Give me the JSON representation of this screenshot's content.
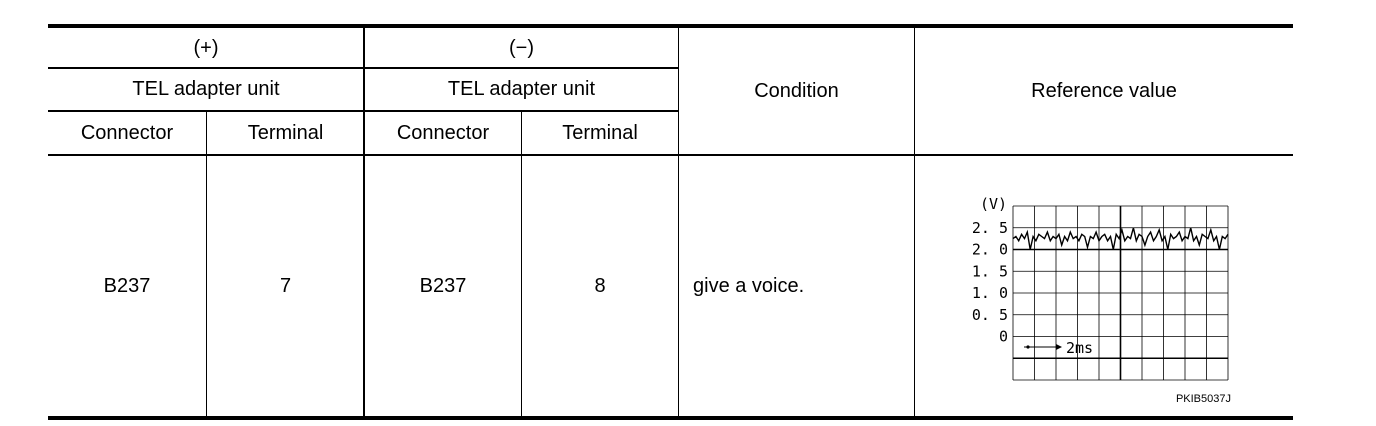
{
  "header": {
    "plus": "(+)",
    "minus": "(−)",
    "plus_unit": "TEL adapter unit",
    "minus_unit": "TEL adapter unit",
    "connector_plus": "Connector",
    "terminal_plus": "Terminal",
    "connector_minus": "Connector",
    "terminal_minus": "Terminal",
    "condition": "Condition",
    "reference": "Reference value"
  },
  "row": {
    "connector_plus": "B237",
    "terminal_plus": "7",
    "connector_minus": "B237",
    "terminal_minus": "8",
    "condition": "give a voice."
  },
  "chart_data": {
    "type": "line",
    "ylabel": "(V)",
    "y_ticks": [
      "2. 5",
      "2. 0",
      "1. 5",
      "1. 0",
      "0. 5",
      "0"
    ],
    "ylim": [
      0,
      2.5
    ],
    "grid": true,
    "time_annotation": "2ms",
    "code": "PKIB5037J",
    "series": [
      {
        "values": [
          2.25,
          2.3,
          2.2,
          2.35,
          2.25,
          2.4,
          2.0,
          2.3,
          2.2,
          2.35,
          2.3,
          2.25,
          2.4,
          2.2,
          2.3,
          2.25,
          2.35,
          2.1,
          2.3,
          2.2,
          2.4,
          2.25,
          2.3,
          2.2,
          2.35,
          2.3,
          2.05,
          2.3,
          2.25,
          2.4,
          2.2,
          2.3,
          2.35,
          2.2,
          2.3,
          2.0,
          2.35,
          2.25,
          2.45,
          2.2,
          2.3,
          2.25,
          2.5,
          2.2,
          2.35,
          2.3,
          2.1,
          2.3,
          2.4,
          2.2,
          2.3,
          2.45,
          2.2,
          2.3,
          2.0,
          2.35,
          2.25,
          2.3,
          2.4,
          2.2,
          2.3,
          2.25,
          2.5,
          2.2,
          2.3,
          2.1,
          2.35,
          2.3,
          2.25,
          2.45,
          2.2,
          2.3,
          2.0,
          2.3,
          2.25,
          2.35
        ]
      }
    ]
  }
}
